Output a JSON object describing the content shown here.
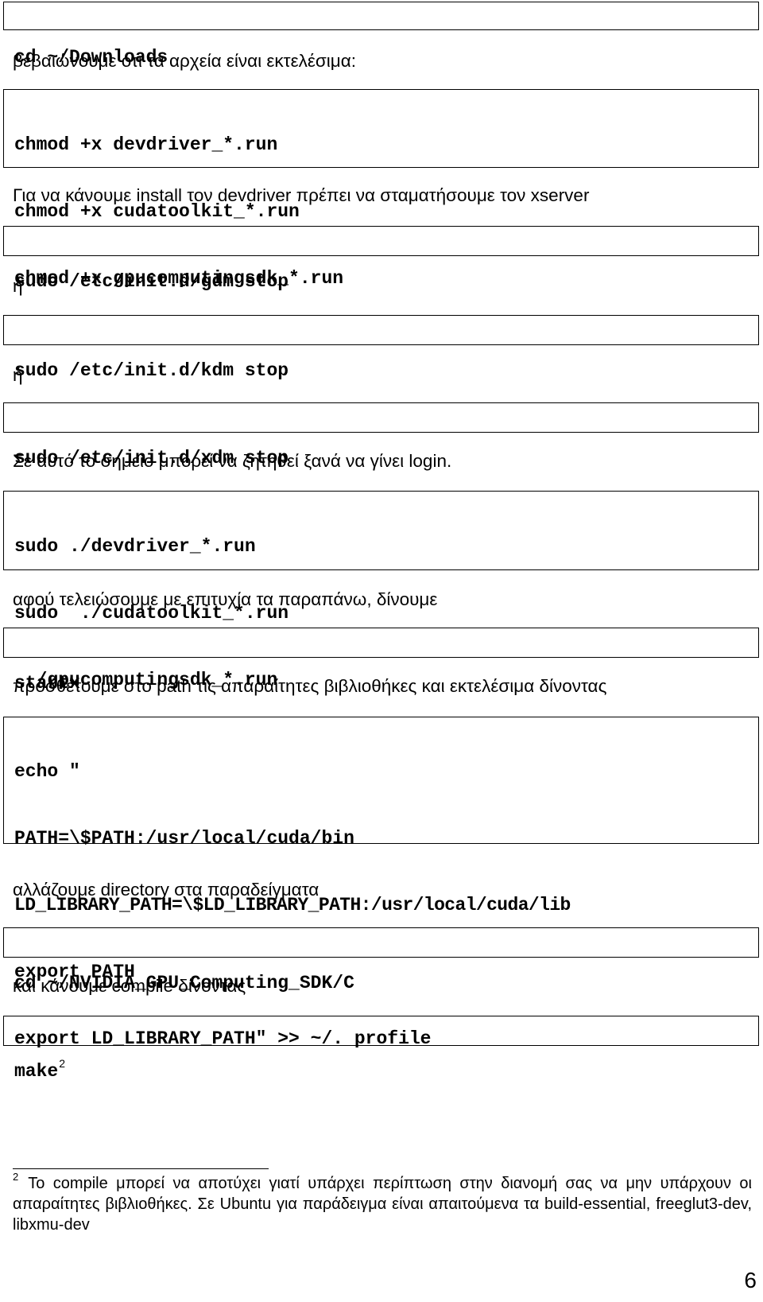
{
  "blocks": {
    "cd_downloads": "cd ~/Downloads",
    "intro_exec": "βεβαιώνουμε ότι τα αρχεία είναι εκτελέσιμα:",
    "chmod": [
      "chmod +x devdriver_*.run",
      "chmod +x cudatoolkit_*.run",
      "chmod +x gpucomputingsdk_*.run"
    ],
    "stop_xserver_text": "Για να κάνουμε install τον devdriver πρέπει να σταματήσουμε τον xserver",
    "gdm_stop": "sudo /etc/init.d/gdm stop",
    "or_1": "ή",
    "kdm_stop": "sudo /etc/init.d/kdm stop",
    "or_2": "ή",
    "xdm_stop": "sudo /etc/init.d/xdm stop",
    "login_text": "Σε αυτό το σημείο μπορεί να ζητηθεί ξανά να γίνει login.",
    "install_cmds": [
      "sudo ./devdriver_*.run",
      "sudo  ./cudatoolkit_*.run",
      " ./gpucomputingsdk_*.run"
    ],
    "after_success_text": "αφού τελειώσουμε με επιτυχία τα παραπάνω, δίνουμε",
    "startx": "startx",
    "path_text": "προσθέτουμε στο path τις απαραίτητες βιβλιοθήκες και εκτελέσιμα δίνοντας",
    "echo_cmds": [
      "echo \"",
      "PATH=\\$PATH:/usr/local/cuda/bin",
      "LD_LIBRARY_PATH=\\$LD_LIBRARY_PATH:/usr/local/cuda/lib",
      "export PATH",
      "export LD_LIBRARY_PATH\" >> ~/. profile"
    ],
    "change_dir_text": "αλλάζουμε directory στα παραδείγματα",
    "cd_sdk": "cd ~/NVIDIA_GPU_Computing_SDK/C",
    "compile_text": "και κάνουμε compile δίνοντας",
    "make": "make",
    "make_sup": "2"
  },
  "footnote": {
    "mark": "2",
    "text": "Το compile μπορεί να αποτύχει γιατί υπάρχει περίπτωση στην διανομή σας να μην υπάρχουν οι απαραίτητες βιβλιοθήκες. Σε Ubuntu για παράδειγμα είναι απαιτούμενα τα build-essential, freeglut3-dev, libxmu-dev"
  },
  "page_number": "6"
}
